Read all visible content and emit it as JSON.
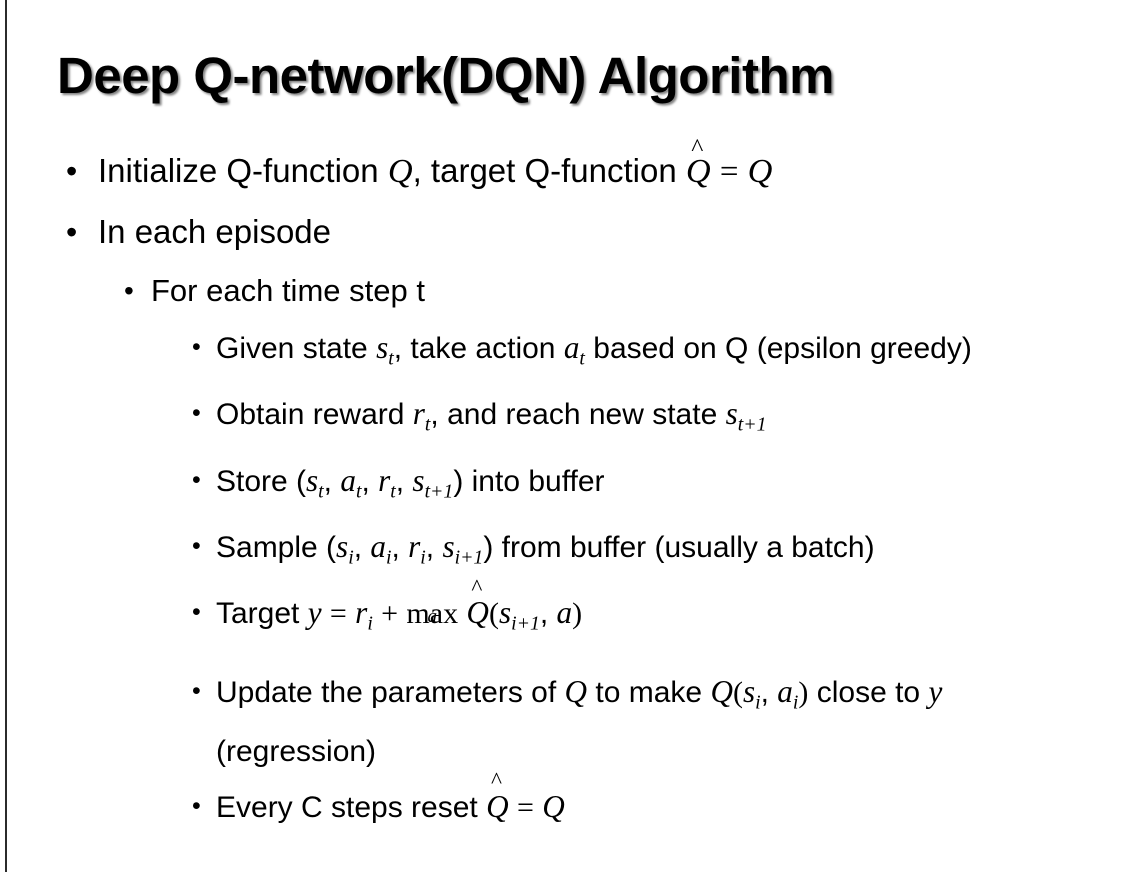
{
  "slide": {
    "title": "Deep Q-network(DQN) Algorithm",
    "background_color": "#ffffff",
    "text_color": "#000000",
    "edge_line_color": "#2b2b2b",
    "bullet_glyph": "•"
  },
  "bullets": {
    "b1_initialize": {
      "level": 1,
      "text_before": "Initialize Q-function ",
      "var_q1": "Q",
      "text_mid": ", target Q-function ",
      "var_qhat": "Q",
      "hat": "^",
      "equals": "=",
      "var_q2": "Q"
    },
    "b2_in_each_episode": {
      "level": 1,
      "text": "In each episode"
    },
    "b3_for_each_time_step": {
      "level": 2,
      "text": "For each time step t"
    },
    "b4_given_state": {
      "level": 3,
      "text_a": "Given state ",
      "var_s": "s",
      "sub_s": "t",
      "text_b": ", take action ",
      "var_a": "a",
      "sub_a": "t",
      "text_c": " based on Q (epsilon greedy)"
    },
    "b5_obtain_reward": {
      "level": 3,
      "text_a": "Obtain reward ",
      "var_r": "r",
      "sub_r": "t",
      "text_b": ", and reach new state ",
      "var_s2": "s",
      "sub_s2": "t+1"
    },
    "b6_store": {
      "level": 3,
      "text_a": "Store (",
      "var_s": "s",
      "sub_s": "t",
      "sep1": ", ",
      "var_a": "a",
      "sub_a": "t",
      "sep2": ", ",
      "var_r": "r",
      "sub_r": "t",
      "sep3": ", ",
      "var_s2": "s",
      "sub_s2": "t+1",
      "text_b": ") into buffer"
    },
    "b7_sample": {
      "level": 3,
      "text_a": "Sample (",
      "var_s": "s",
      "sub_s": "i",
      "sep1": ", ",
      "var_a": "a",
      "sub_a": "i",
      "sep2": ", ",
      "var_r": "r",
      "sub_r": "i",
      "sep3": ", ",
      "var_s2": "s",
      "sub_s2": "i+1",
      "text_b": ") from buffer (usually a batch)"
    },
    "b8_target": {
      "level": 3,
      "text_a": "Target ",
      "var_y": "y",
      "equals": "=",
      "var_r": "r",
      "sub_r": "i",
      "plus": "+",
      "max_op": "max",
      "max_limit": "a",
      "var_qhat": "Q",
      "hat": "^",
      "paren_open": "(",
      "var_s": "s",
      "sub_s": "i+1",
      "comma": ", ",
      "var_a": "a",
      "paren_close": ")"
    },
    "b9_update": {
      "level": 3,
      "text_a": "Update the parameters of ",
      "var_q1": "Q",
      "text_b": " to make ",
      "var_q2": "Q",
      "paren_open": "(",
      "var_s": "s",
      "sub_s": "i",
      "comma": ", ",
      "var_a": "a",
      "sub_a": "i",
      "paren_close": ")",
      "text_c": " close to ",
      "var_y": "y",
      "text_d": " (regression)"
    },
    "b10_every_c_steps": {
      "level": 3,
      "text_a": "Every C steps reset ",
      "var_qhat": "Q",
      "hat": "^",
      "equals": "=",
      "var_q": "Q"
    }
  }
}
